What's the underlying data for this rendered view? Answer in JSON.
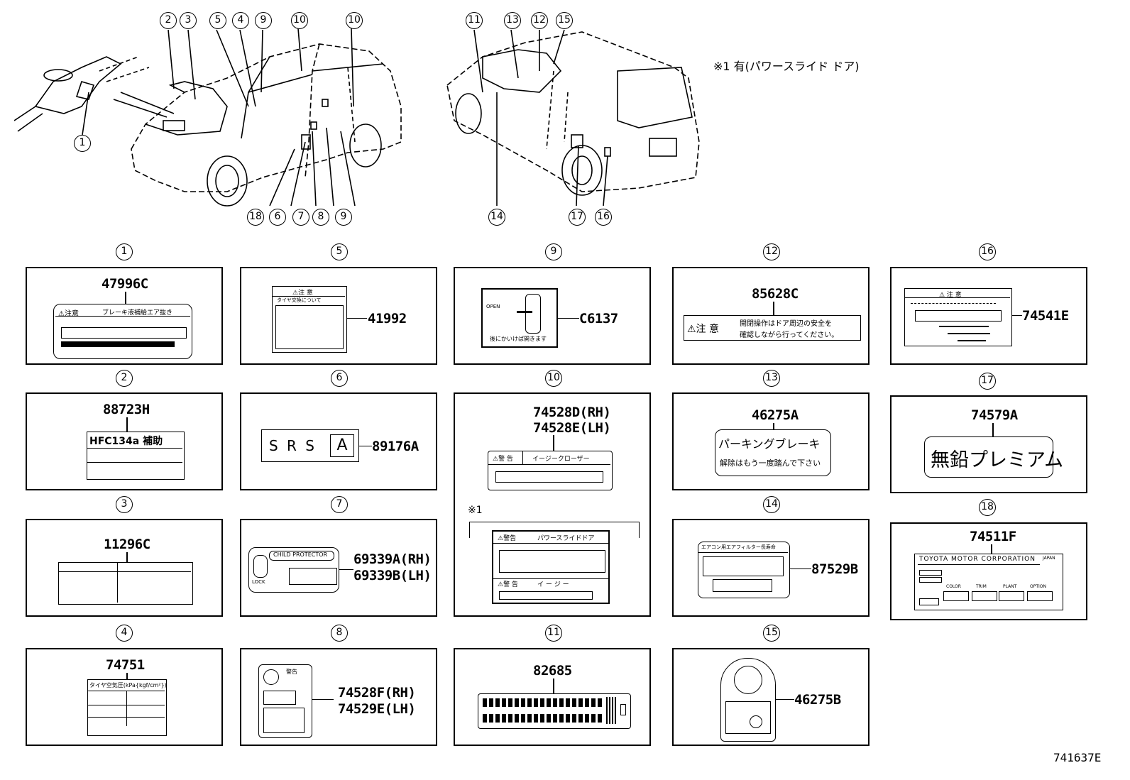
{
  "note": "※1 有(パワースライド ドア)",
  "diagram_id": "741637E",
  "ref": "※1",
  "callouts_front": [
    "1",
    "2",
    "3",
    "5",
    "4",
    "9",
    "10",
    "10",
    "18",
    "6",
    "7",
    "8",
    "9"
  ],
  "callouts_rear": [
    "11",
    "13",
    "12",
    "15",
    "14",
    "17",
    "16"
  ],
  "panels": [
    {
      "num": "1",
      "parts": [
        "47996C"
      ],
      "label": {
        "head": "⚠注意",
        "body": "ブレーキ液補給エア抜き"
      }
    },
    {
      "num": "2",
      "parts": [
        "88723H"
      ],
      "label": {
        "head": "HFC134a 補助"
      }
    },
    {
      "num": "3",
      "parts": [
        "11296C"
      ]
    },
    {
      "num": "4",
      "parts": [
        "74751"
      ],
      "label": {
        "head": "タイヤ空気圧(kPa{kgf/cm²})"
      }
    },
    {
      "num": "5",
      "parts": [
        "41992"
      ],
      "label": {
        "head": "⚠注 意",
        "body": "タイヤ交換について"
      }
    },
    {
      "num": "6",
      "parts": [
        "89176A"
      ],
      "label": {
        "text": "S R S",
        "box": "A"
      }
    },
    {
      "num": "7",
      "parts": [
        "69339A(RH)",
        "69339B(LH)"
      ],
      "label": {
        "head": "CHILD PROTECTOR",
        "lock": "LOCK"
      }
    },
    {
      "num": "8",
      "parts": [
        "74528F(RH)",
        "74529E(LH)"
      ],
      "label": {
        "head": "警告"
      }
    },
    {
      "num": "9",
      "parts": [
        "C6137"
      ],
      "label": {
        "open": "OPEN",
        "body": "後にかいけば開きます"
      }
    },
    {
      "num": "10",
      "parts": [
        "74528D(RH)",
        "74528E(LH)"
      ],
      "label": {
        "head": "⚠警 告",
        "body": "イージークローザー",
        "ref": "※1",
        "head2": "⚠警告",
        "body2": "パワースライドドア",
        "head3": "⚠警 告",
        "body3": "イ ー ジ ー"
      }
    },
    {
      "num": "11",
      "parts": [
        "82685"
      ]
    },
    {
      "num": "12",
      "parts": [
        "85628C"
      ],
      "label": {
        "head": "⚠注 意",
        "line1": "開閉操作はドア周辺の安全を",
        "line2": "確認しながら行ってください。"
      }
    },
    {
      "num": "13",
      "parts": [
        "46275A"
      ],
      "label": {
        "line1": "パーキングブレーキ",
        "line2": "解除はもう一度踏んで下さい"
      }
    },
    {
      "num": "14",
      "parts": [
        "87529B"
      ],
      "label": {
        "head": "エアコン用エアフィルター長寿命"
      }
    },
    {
      "num": "15",
      "parts": [
        "46275B"
      ]
    },
    {
      "num": "16",
      "parts": [
        "74541E"
      ],
      "label": {
        "head": "⚠ 注 意"
      }
    },
    {
      "num": "17",
      "parts": [
        "74579A"
      ],
      "label": {
        "text": "無鉛プレミアム"
      }
    },
    {
      "num": "18",
      "parts": [
        "74511F"
      ],
      "label": {
        "head": "TOYOTA MOTOR CORPORATION",
        "corner": "JAPAN",
        "c1": "COLOR",
        "c2": "TRIM",
        "c3": "PLANT",
        "c4": "OPTION"
      }
    }
  ]
}
